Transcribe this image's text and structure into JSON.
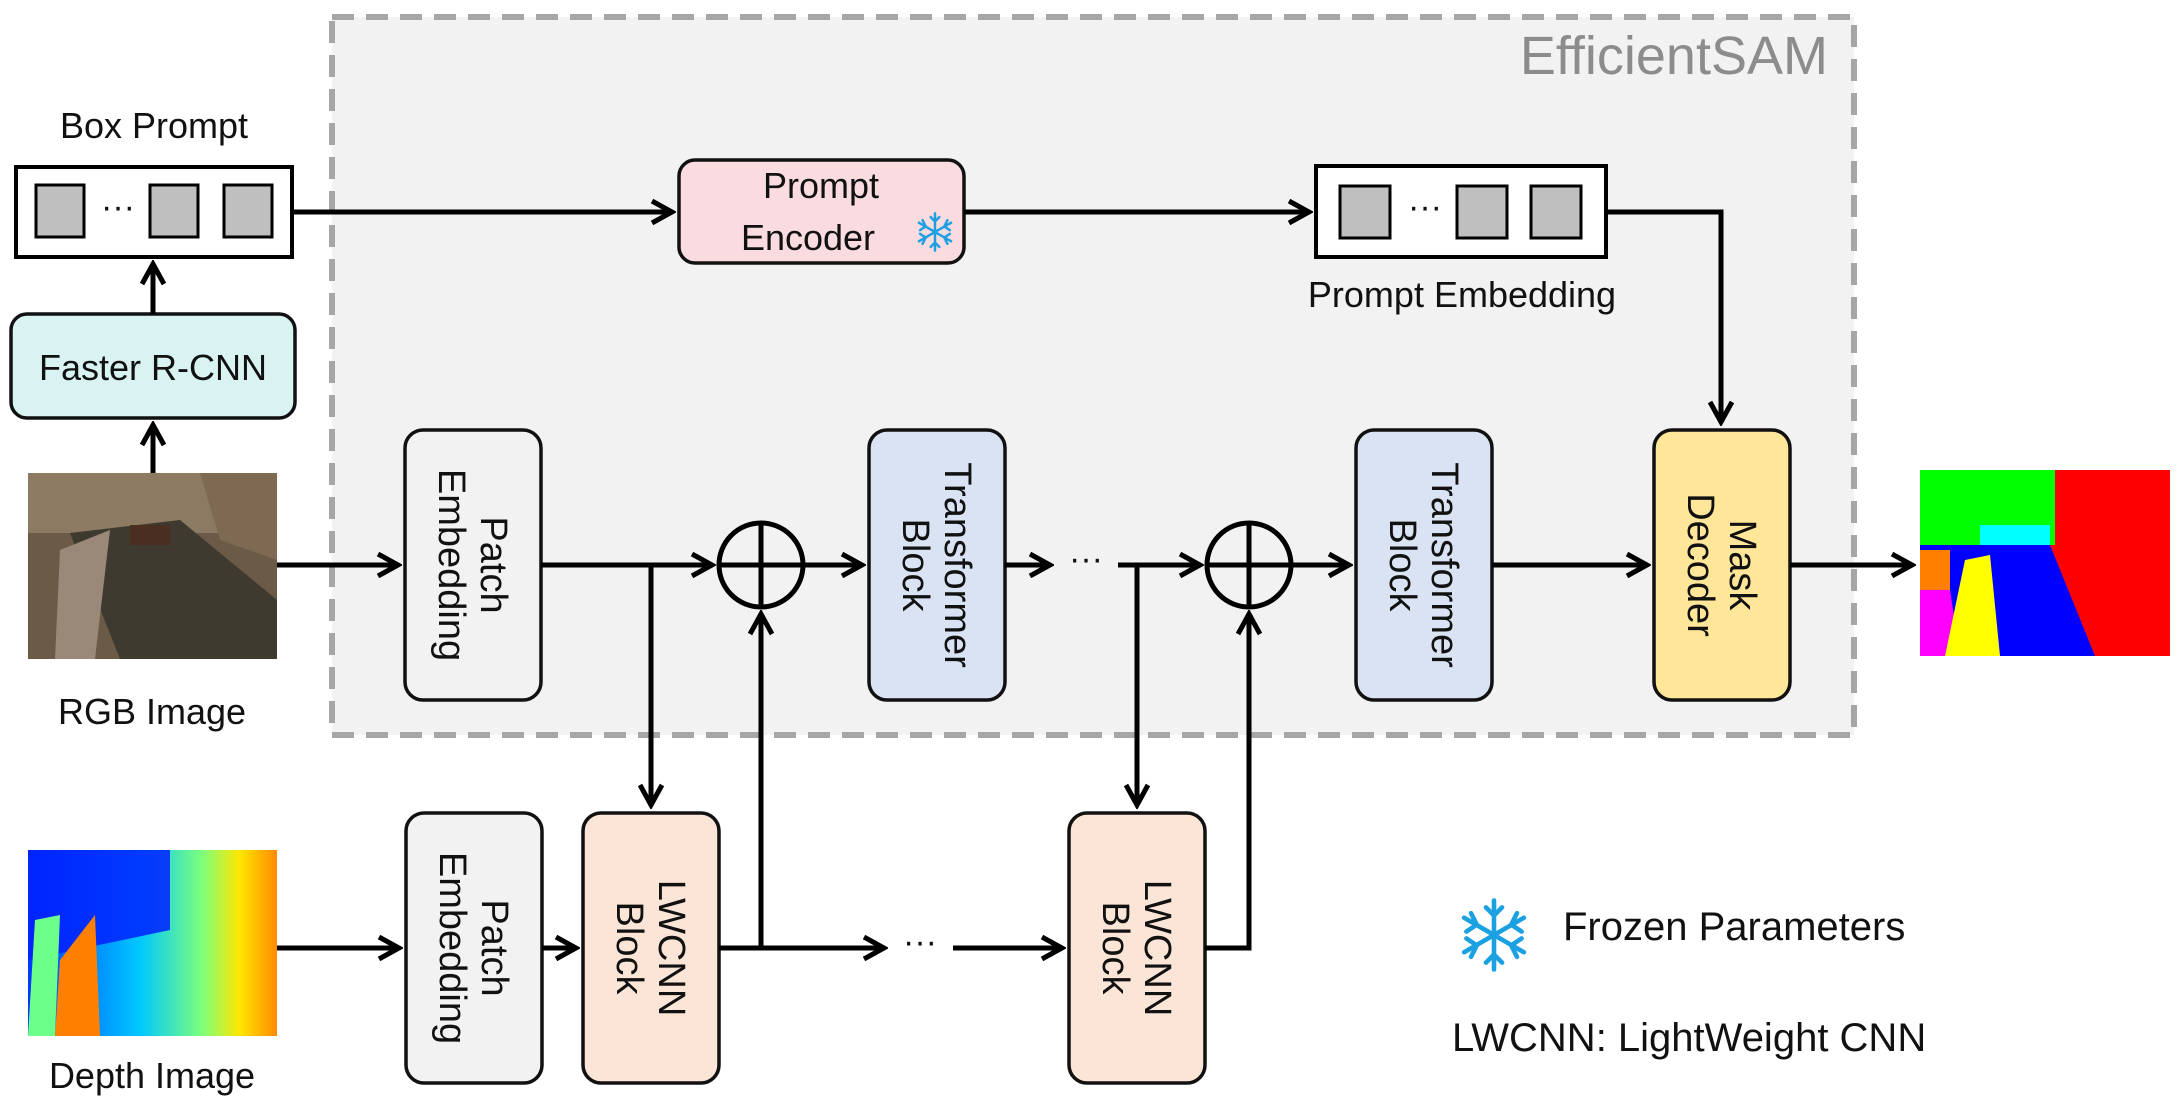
{
  "container": {
    "title": "EfficientSAM"
  },
  "inputs": {
    "box_prompt": "Box Prompt",
    "box_ellipsis": "···",
    "rgb_image": "RGB Image",
    "depth_image": "Depth Image"
  },
  "blocks": {
    "faster_rcnn": "Faster R-CNN",
    "prompt_encoder_line1": "Prompt",
    "prompt_encoder_line2": "Encoder",
    "prompt_embedding": "Prompt Embedding",
    "embed_ellipsis": "···",
    "rgb_patch_line1": "Patch",
    "rgb_patch_line2": "Embedding",
    "transformer1_line1": "Transformer",
    "transformer1_line2": "Block",
    "transformer2_line1": "Transformer",
    "transformer2_line2": "Block",
    "mask_decoder_line1": "Mask",
    "mask_decoder_line2": "Decoder",
    "depth_patch_line1": "Patch",
    "depth_patch_line2": "Embedding",
    "lwcnn1_line1": "LWCNN",
    "lwcnn1_line2": "Block",
    "lwcnn2_line1": "LWCNN",
    "lwcnn2_line2": "Block",
    "rgb_ellipsis": "···",
    "depth_ellipsis": "···"
  },
  "legend": {
    "frozen": "Frozen Parameters",
    "lwcnn_def": "LWCNN: LightWeight CNN"
  },
  "colors": {
    "container_fill": "#f2f2f2",
    "container_border": "#a6a6a6",
    "faster_rcnn": "#d9f2f2",
    "prompt_encoder": "#fadbe0",
    "transformer": "#dae3f3",
    "mask_decoder": "#ffe699",
    "patch_embedding": "#f2f2f2",
    "lwcnn": "#fbe5d6",
    "token_gray": "#bfbfbf",
    "snowflake": "#1ba1e2"
  }
}
